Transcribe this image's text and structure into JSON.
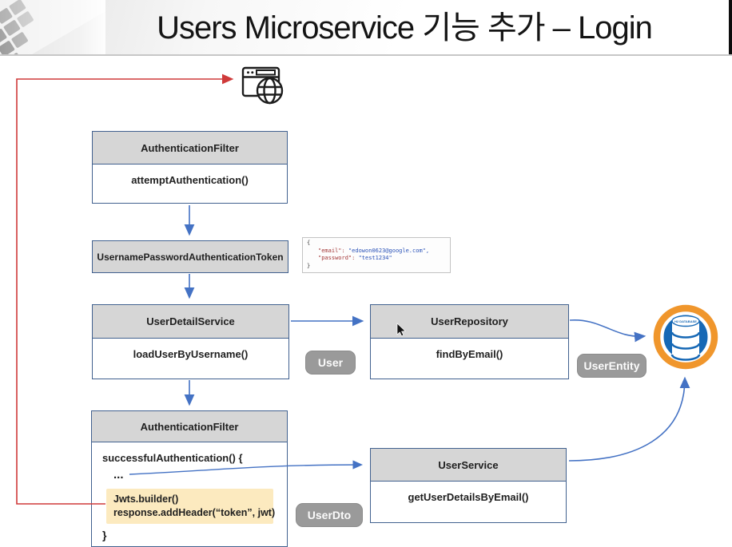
{
  "title": "Users Microservice 기능 추가 – Login",
  "boxes": {
    "auth_filter_top": {
      "header": "AuthenticationFilter",
      "method": "attemptAuthentication()"
    },
    "token": {
      "header": "UsernamePasswordAuthenticationToken"
    },
    "user_detail_service": {
      "header": "UserDetailService",
      "method": "loadUserByUsername()"
    },
    "user_repository": {
      "header": "UserRepository",
      "method": "findByEmail()"
    },
    "auth_filter_bottom": {
      "header": "AuthenticationFilter",
      "line1": "successfulAuthentication() {",
      "ellipsis": "...",
      "highlight_line1": "Jwts.builder()",
      "highlight_line2": "response.addHeader(“token”, jwt)",
      "closing": "}"
    },
    "user_service": {
      "header": "UserService",
      "method": "getUserDetailsByEmail()"
    }
  },
  "tags": {
    "user": "User",
    "user_entity": "UserEntity",
    "user_dto": "UserDto"
  },
  "json_snippet": {
    "brace_open": "{",
    "email_key": "\"email\":",
    "email_value": "\"edowon0623@google.com\",",
    "password_key": "\"password\":",
    "password_value": "\"test1234\"",
    "brace_close": "}"
  },
  "database": {
    "label": "H2 DATABASE"
  },
  "icons": {
    "browser": "browser-icon",
    "database": "database-icon",
    "cursor": "mouse-cursor-icon",
    "keyboard": "keyboard-image"
  },
  "colors": {
    "arrow_blue": "#4472c4",
    "flow_red": "#cf3a3a",
    "db_orange": "#f0962c",
    "db_blue": "#1668b5",
    "highlight_yellow": "#fceabf",
    "box_header_gray": "#d6d6d6",
    "box_border": "#41618f",
    "tag_gray": "#9a9a9a"
  }
}
